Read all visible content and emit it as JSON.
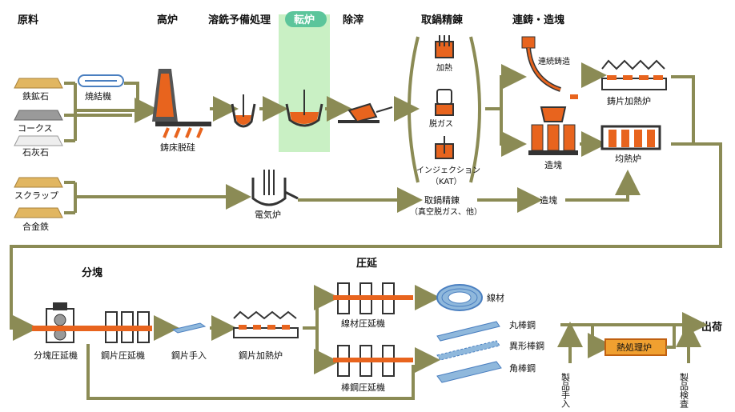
{
  "headers": {
    "raw_materials": "原料",
    "blast_furnace": "高炉",
    "pretreatment": "溶銑予備処理",
    "converter": "転炉",
    "deslag": "除滓",
    "secondary_refining": "取鍋精錬",
    "casting": "連鋳・造塊",
    "blooming": "分塊",
    "rolling": "圧延",
    "shipping": "出荷"
  },
  "materials": [
    "鉄鉱石",
    "コークス",
    "石灰石",
    "スクラップ",
    "合金鉄"
  ],
  "labels": {
    "sintering": "焼結機",
    "cast_floor": "鋳床脱硅",
    "heating": "加熱",
    "degassing": "脱ガス",
    "injection_1": "インジェクション",
    "injection_2": "（KAT）",
    "continuous_casting": "連続鋳造",
    "ingot_casting": "造塊",
    "slab_heating_furnace": "鋳片加熱炉",
    "soaking_pit": "均熱炉",
    "electric_furnace": "電気炉",
    "ladle_refining_1": "取鍋精錬",
    "ladle_refining_2": "（真空脱ガス、他）",
    "ingot_casting_2": "造塊",
    "blooming_mill": "分塊圧延機",
    "billet_mill": "鋼片圧延機",
    "billet_care": "鋼片手入",
    "billet_heating_furnace": "鋼片加熱炉",
    "wire_mill": "線材圧延機",
    "bar_mill": "棒鋼圧延機",
    "wire_rod": "線材",
    "round_bar": "丸棒鋼",
    "deformed_bar": "異形棒鋼",
    "square_bar": "角棒鋼",
    "heat_treatment": "熱処理炉",
    "product_care": "製品手入",
    "product_inspection": "製品検査"
  },
  "colors": {
    "flow": "#8b8b55",
    "highlight": "#c9f0c4",
    "molten": "#e8641e",
    "ore": "#e1b661",
    "coke": "#9a9a9a",
    "lime": "#eeeeee",
    "steel_bar": "#8fb8dc",
    "heat_box": "#f0a030"
  }
}
